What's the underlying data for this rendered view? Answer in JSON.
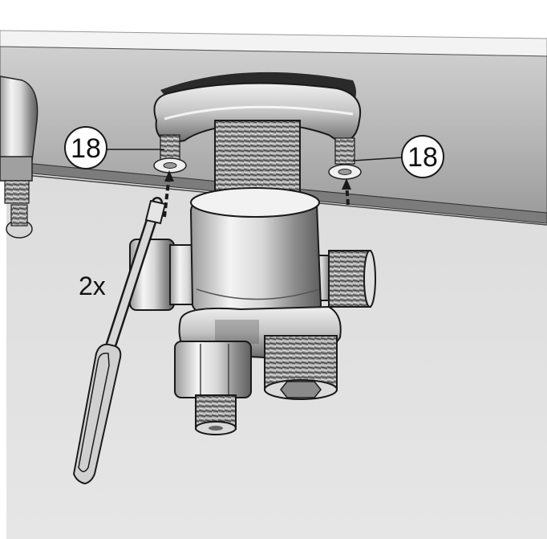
{
  "callouts": {
    "left_label": "18",
    "right_label": "18"
  },
  "quantity_label": "2x",
  "icons": [
    "screwdriver-icon",
    "screw-icon",
    "valve-body",
    "threaded-pipe",
    "hex-nut"
  ],
  "colors": {
    "panel_gray": "#b9b9b9",
    "panel_dark": "#6f6f6f",
    "metal_light": "#e6e6e6",
    "metal_mid": "#bdbdbd",
    "metal_dark": "#4a4a4a",
    "outline": "#1a1a1a"
  }
}
